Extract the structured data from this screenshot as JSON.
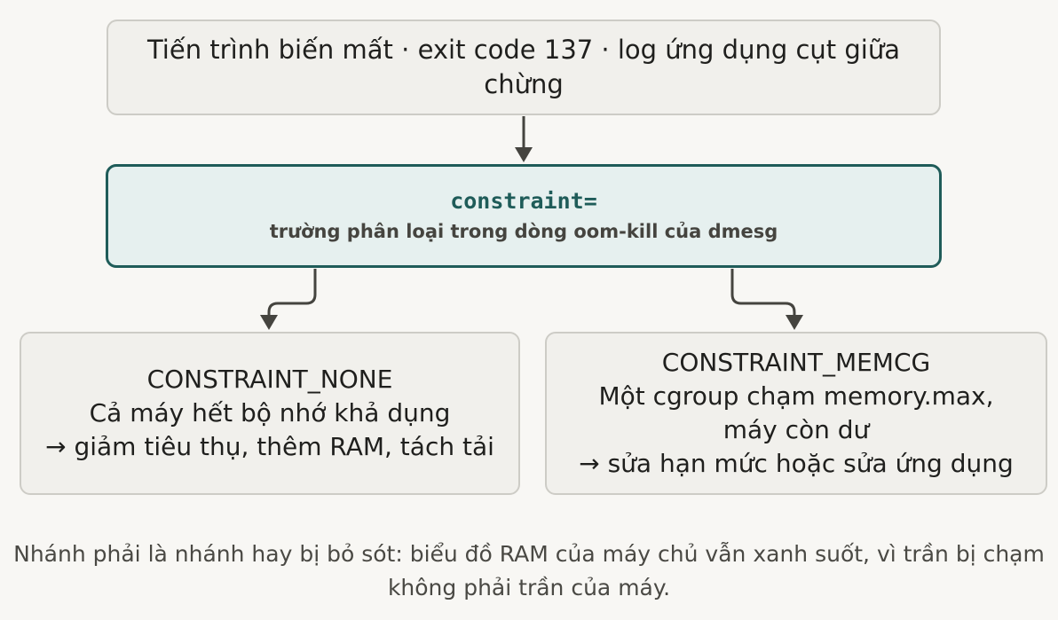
{
  "top_box": {
    "text": "Tiến trình biến mất · exit code 137 · log ứng dụng cụt giữa chừng"
  },
  "mid_box": {
    "code": "constraint=",
    "description": "trường phân loại trong dòng oom-kill của dmesg"
  },
  "left_box": {
    "title": "CONSTRAINT_NONE",
    "line1": "Cả máy hết bộ nhớ khả dụng",
    "line2": "→ giảm tiêu thụ, thêm RAM, tách tải"
  },
  "right_box": {
    "title": "CONSTRAINT_MEMCG",
    "line1": "Một cgroup chạm memory.max,",
    "line2": "máy còn dư",
    "line3": "→ sửa hạn mức hoặc sửa ứng dụng"
  },
  "caption": {
    "text": "Nhánh phải là nhánh hay bị bỏ sót: biểu đồ RAM của máy chủ vẫn xanh suốt, vì trần bị chạm không phải trần của máy."
  },
  "colors": {
    "accent": "#1f5c59",
    "accent_fill": "#e6f0ef",
    "box_fill": "#f1f0ec",
    "box_border": "#cdccc6",
    "arrow": "#45443f",
    "background": "#f8f7f4"
  }
}
